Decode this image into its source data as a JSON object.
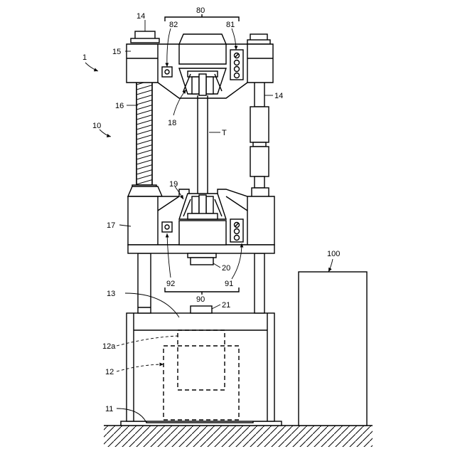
{
  "figure": {
    "labels": {
      "machine": "1",
      "frame": "10",
      "base": "11",
      "actuator": "12",
      "actuator_rod": "12a",
      "table": "13",
      "column": "14",
      "column_cap": "14",
      "crosshead_upper": "15",
      "screw": "16",
      "crosshead_lower": "17",
      "grip_upper": "18",
      "grip_lower": "19",
      "load_cell": "20",
      "piston_top": "21",
      "upper_unit": "80",
      "upper_panel": "81",
      "upper_sensor": "82",
      "lower_unit": "90",
      "lower_panel": "91",
      "lower_sensor": "92",
      "controller": "100",
      "specimen": "T"
    }
  }
}
